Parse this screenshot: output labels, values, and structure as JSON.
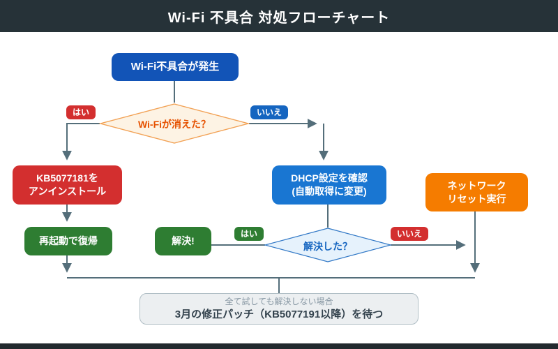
{
  "title": "Wi-Fi 不具合  対処フローチャート",
  "palette": {
    "header_bg": "#263238",
    "footer_bg": "#22292e",
    "connector": "#546e7a",
    "start_blue": "#1254b7",
    "action_blue": "#1976d2",
    "danger_red": "#d32f2f",
    "success_green": "#2e7d32",
    "warning_orange": "#f57c00",
    "decision1_fill": "#fdf3e4",
    "decision1_border": "#f2a154",
    "decision1_text": "#e65100",
    "decision2_fill": "#e6f2fc",
    "decision2_border": "#3178c6",
    "decision2_text": "#1565c0",
    "note_fill": "#eceff1",
    "note_border": "#b0bec5"
  },
  "nodes": {
    "start": "Wi-Fi不具合が発生",
    "decision1": "Wi-Fiが消えた？",
    "decision1_yes": "はい",
    "decision1_no": "いいえ",
    "uninstall_line1": "KB5077181を",
    "uninstall_line2": "アンインストール",
    "restart": "再起動で復帰",
    "dhcp_line1": "DHCP設定を確認",
    "dhcp_line2": "(自動取得に変更)",
    "network_reset_line1": "ネットワーク",
    "network_reset_line2": "リセット実行",
    "decision2": "解決した？",
    "decision2_yes": "はい",
    "decision2_no": "いいえ",
    "solved": "解決!",
    "note_line1": "全て試しても解決しない場合",
    "note_line2": "3月の修正パッチ（KB5077191以降）を待つ"
  }
}
